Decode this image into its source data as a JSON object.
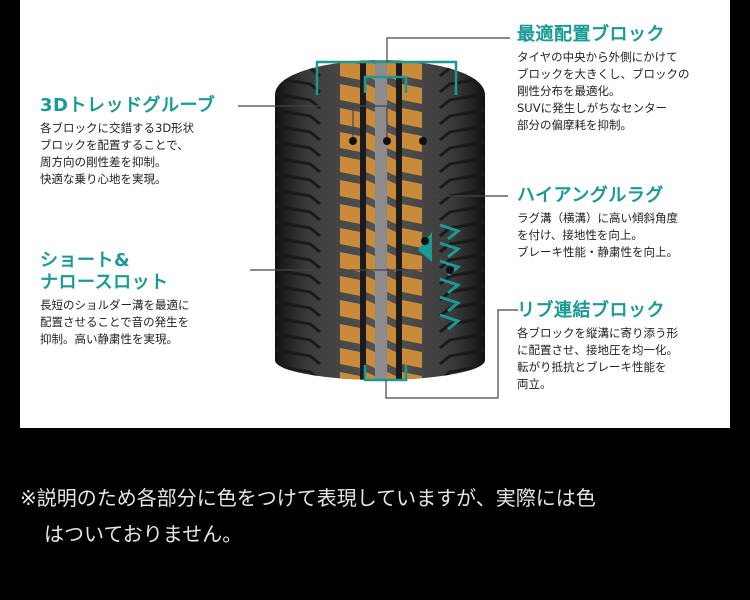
{
  "callouts": {
    "block": {
      "title": "最適配置ブロック",
      "lines": [
        "タイヤの中央から外側にかけて",
        "ブロックを大きくし、ブロックの",
        "剛性分布を最適化。",
        "SUVに発生しがちなセンター",
        "部分の偏摩耗を抑制。"
      ]
    },
    "tread": {
      "title": "3Dトレッドグルーブ",
      "lines": [
        "各ブロックに交錯する3D形状",
        "ブロックを配置することで、",
        "周方向の剛性差を抑制。",
        "快適な乗り心地を実現。"
      ]
    },
    "lug": {
      "title": "ハイアングルラグ",
      "lines": [
        "ラグ溝（横溝）に高い傾斜角度",
        "を付け、接地性を向上。",
        "ブレーキ性能・静粛性を向上。"
      ]
    },
    "slot": {
      "title_lines": [
        "ショート&",
        "ナロースロット"
      ],
      "lines": [
        "長短のショルダー溝を最適に",
        "配置させることで音の発生を",
        "抑制。高い静粛性を実現。"
      ]
    },
    "rib": {
      "title": "リブ連結ブロック",
      "lines": [
        "各ブロックを縦溝に寄り添う形",
        "に配置させ、接地圧を均一化。",
        "転がり抵抗とブレーキ性能を",
        "両立。"
      ]
    }
  },
  "note": {
    "line1": "※説明のため各部分に色をつけて表現していますが、実際には色",
    "line2": "はついておりません。"
  },
  "colors": {
    "accent": "#1a9a94",
    "block_highlight": "#c98a3a",
    "panel_bg": "#ffffff",
    "page_bg": "#000000",
    "note_text": "#e6e6e6"
  }
}
